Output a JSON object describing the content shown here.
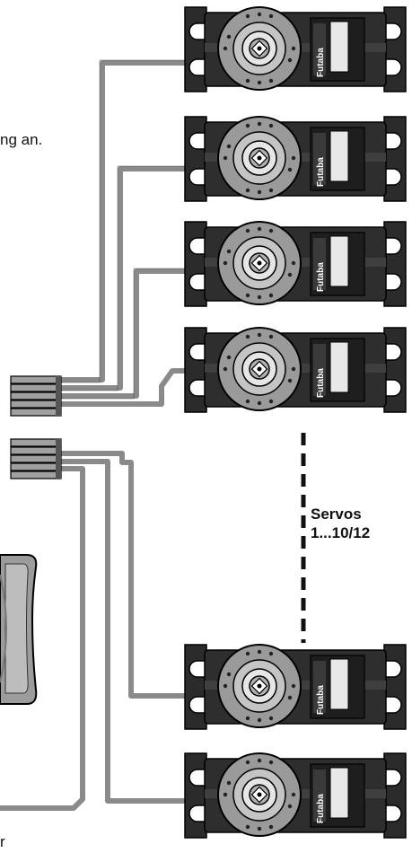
{
  "partial_text_top": "ng an.",
  "partial_text_bottom": "r",
  "servos_label": {
    "line1": "Servos",
    "line2": "1...10/12"
  },
  "servo_brand": "Futaba",
  "servo_count_drawn": 6,
  "connector_pin_count": 10,
  "colors": {
    "cable": "#8a8a8a",
    "servo_body": "#2b2b2b",
    "horn_disc": "#9a9a9a",
    "label_panel": "#3a3a3a",
    "receiver": "#9c9c9c",
    "dashed_line": "#111111"
  },
  "icons": [
    "servo-icon",
    "servo-horn-icon",
    "receiver-icon",
    "connector-block-icon"
  ]
}
